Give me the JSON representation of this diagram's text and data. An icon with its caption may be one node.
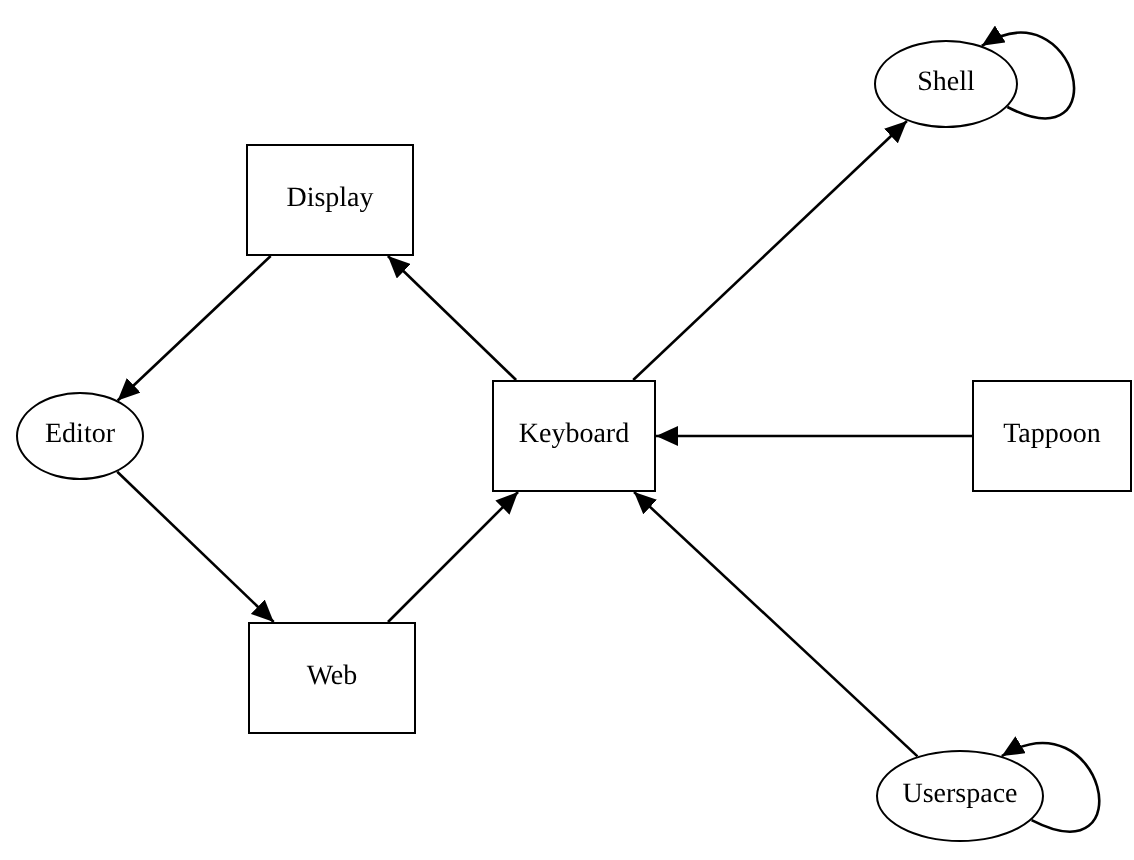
{
  "diagram": {
    "nodes": [
      {
        "text": [
          "Shell"
        ]
      },
      {
        "text": [
          "Display"
        ]
      },
      {
        "text": [
          "Editor"
        ]
      },
      {
        "text": [
          "Keyboard"
        ]
      },
      {
        "text": [
          "Tappoon"
        ]
      },
      {
        "text": [
          "Web"
        ]
      },
      {
        "text": [
          "Userspace"
        ]
      }
    ],
    "edges": [
      {
        "from": 3,
        "to": 1,
        "arrow": "to"
      },
      {
        "from": 1,
        "to": 2,
        "arrow": "to"
      },
      {
        "from": 2,
        "to": 5,
        "arrow": "to"
      },
      {
        "from": 5,
        "to": 3,
        "arrow": "to"
      },
      {
        "from": 3,
        "to": 0,
        "arrow": "to"
      },
      {
        "from": 0,
        "to": 0,
        "arrow": "to"
      },
      {
        "from": 4,
        "to": 3,
        "arrow": "to"
      },
      {
        "from": 6,
        "to": 3,
        "arrow": "to"
      },
      {
        "from": 6,
        "to": 6,
        "arrow": "to"
      }
    ]
  }
}
